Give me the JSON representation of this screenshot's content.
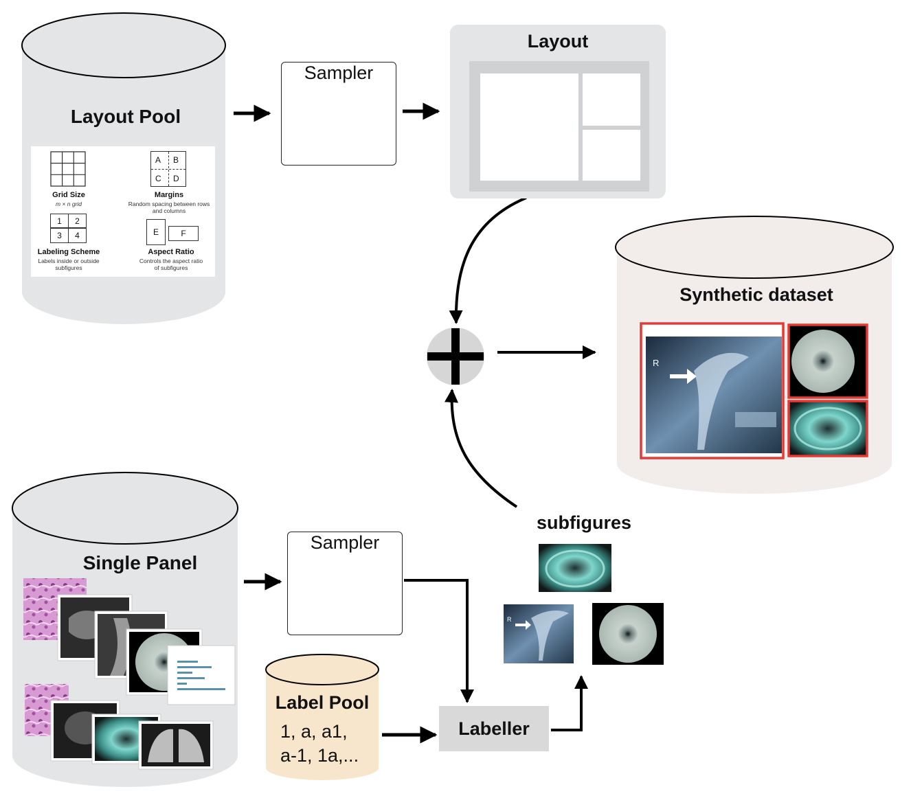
{
  "layout_pool": {
    "title": "Layout Pool",
    "legend": {
      "grid_size": {
        "title": "Grid Size",
        "sub": "m × n grid"
      },
      "margins": {
        "title": "Margins",
        "sub": "Random spacing between rows and columns",
        "cells": [
          "A",
          "B",
          "C",
          "D"
        ]
      },
      "labeling_scheme": {
        "title": "Labeling Scheme",
        "sub": "Labels inside or outside subfigures",
        "cells": [
          "1",
          "2",
          "3",
          "4"
        ]
      },
      "aspect_ratio": {
        "title": "Aspect Ratio",
        "sub": "Controls the aspect ratio of subfigures",
        "cells": [
          "E",
          "F"
        ]
      }
    }
  },
  "sampler_top": {
    "label": "Sampler",
    "icon": "dice-icon"
  },
  "sampler_bottom": {
    "label": "Sampler",
    "icon": "dice-icon"
  },
  "layout": {
    "title": "Layout"
  },
  "combine": {
    "icon": "plus-icon"
  },
  "synthetic_dataset": {
    "title": "Synthetic dataset",
    "box_color": "#e53935"
  },
  "single_panel": {
    "title": "Single Panel"
  },
  "label_pool": {
    "title": "Label Pool",
    "line1": "1, a, a1,",
    "line2": "a-1, 1a,..."
  },
  "labeller": {
    "label": "Labeller"
  },
  "subfigures": {
    "title": "subfigures"
  },
  "colors": {
    "cylinder_grey": "#e3e5e6",
    "cylinder_pink": "#f2eceb",
    "cylinder_beige": "#f8e6cc",
    "labeller_grey": "#d9d9d9",
    "accent_red": "#e53935"
  }
}
